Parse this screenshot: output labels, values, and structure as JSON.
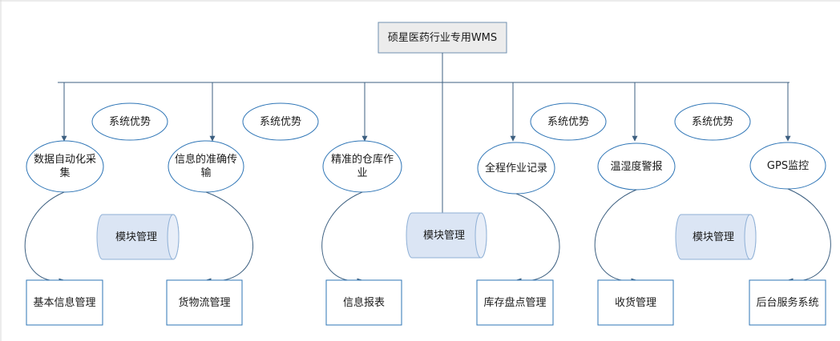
{
  "root": {
    "label": "硕星医药行业专用WMS"
  },
  "advantages": [
    {
      "label": "系统优势"
    },
    {
      "label": "系统优势"
    },
    {
      "label": "系统优势"
    },
    {
      "label": "系统优势"
    }
  ],
  "features": [
    {
      "label": "数据自动化采集"
    },
    {
      "label": "信息的准确传输"
    },
    {
      "label": "精准的仓库作业"
    },
    {
      "label": "全程作业记录"
    },
    {
      "label": "温湿度警报"
    },
    {
      "label": "GPS监控"
    }
  ],
  "modules_tag": [
    {
      "label": "模块管理"
    },
    {
      "label": "模块管理"
    },
    {
      "label": "模块管理"
    }
  ],
  "modules": [
    {
      "label": "基本信息管理"
    },
    {
      "label": "货物流管理"
    },
    {
      "label": "信息报表"
    },
    {
      "label": "库存盘点管理"
    },
    {
      "label": "收货管理"
    },
    {
      "label": "后台服务系统"
    }
  ],
  "colors": {
    "line": "#4a6f8f",
    "node_border": "#2e75b6",
    "root_fill": "#ececec",
    "root_border": "#6f8faf",
    "cylinder_fill": "#dbe5f4",
    "cylinder_border": "#8fb0d6"
  }
}
